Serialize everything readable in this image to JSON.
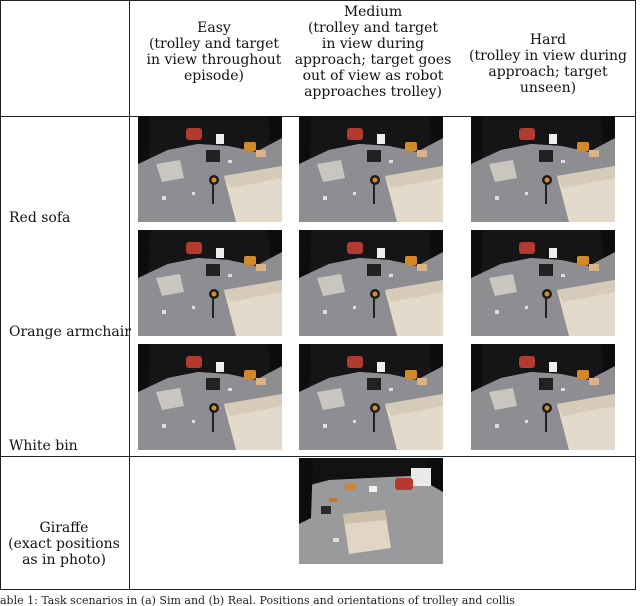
{
  "table": {
    "headers": {
      "easy": "Easy\n(trolley and target\nin view throughout\nepisode)",
      "medium": "Medium\n(trolley and target\nin view during\napproach; target goes\nout of view as robot\napproaches trolley)",
      "hard": "Hard\n(trolley in view during\napproach; target unseen)"
    },
    "row_labels": {
      "red_sofa": "Red sofa",
      "orange_armchair": "Orange armchair",
      "white_bin": "White bin",
      "giraffe": "Giraffe\n(exact positions\nas in photo)"
    }
  },
  "caption": "able 1: Task scenarios in (a) Sim and (b) Real. Positions and orientations of trolley and collis"
}
